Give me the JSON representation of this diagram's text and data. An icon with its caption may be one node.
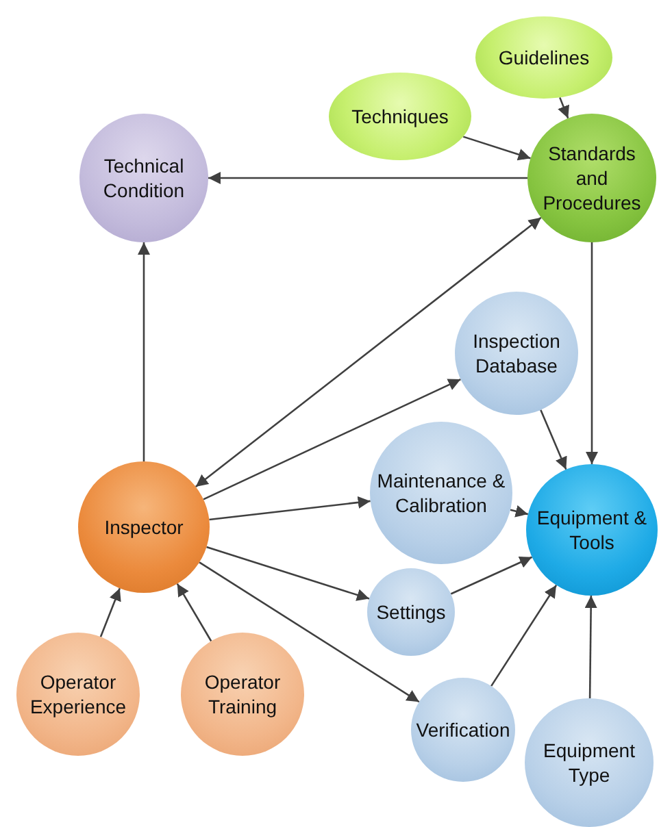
{
  "diagram": {
    "nodes": [
      {
        "text": [
          "Guidelines"
        ]
      },
      {
        "text": [
          "Techniques"
        ]
      },
      {
        "text": [
          "Standards and Procedures"
        ]
      },
      {
        "text": [
          "Technical Condition"
        ]
      },
      {
        "text": [
          "Inspection Database"
        ]
      },
      {
        "text": [
          "Maintenance & Calibration"
        ]
      },
      {
        "text": [
          "Inspector"
        ]
      },
      {
        "text": [
          "Equipment & Tools"
        ]
      },
      {
        "text": [
          "Settings"
        ]
      },
      {
        "text": [
          "Operator Experience"
        ]
      },
      {
        "text": [
          "Operator Training"
        ]
      },
      {
        "text": [
          "Verification"
        ]
      },
      {
        "text": [
          "Equipment Type"
        ]
      }
    ],
    "edges": [
      {
        "from": 0,
        "to": 2,
        "arrow": "to"
      },
      {
        "from": 1,
        "to": 2,
        "arrow": "to"
      },
      {
        "from": 2,
        "to": 3,
        "arrow": "to"
      },
      {
        "from": 6,
        "to": 3,
        "arrow": "to"
      },
      {
        "from": 6,
        "to": 2,
        "arrow": "both"
      },
      {
        "from": 2,
        "to": 7,
        "arrow": "to"
      },
      {
        "from": 6,
        "to": 4,
        "arrow": "to"
      },
      {
        "from": 6,
        "to": 5,
        "arrow": "to"
      },
      {
        "from": 6,
        "to": 8,
        "arrow": "to"
      },
      {
        "from": 6,
        "to": 11,
        "arrow": "to"
      },
      {
        "from": 4,
        "to": 7,
        "arrow": "to"
      },
      {
        "from": 5,
        "to": 7,
        "arrow": "to"
      },
      {
        "from": 8,
        "to": 7,
        "arrow": "to"
      },
      {
        "from": 11,
        "to": 7,
        "arrow": "to"
      },
      {
        "from": 12,
        "to": 7,
        "arrow": "to"
      },
      {
        "from": 9,
        "to": 6,
        "arrow": "to"
      },
      {
        "from": 10,
        "to": 6,
        "arrow": "to"
      }
    ]
  }
}
